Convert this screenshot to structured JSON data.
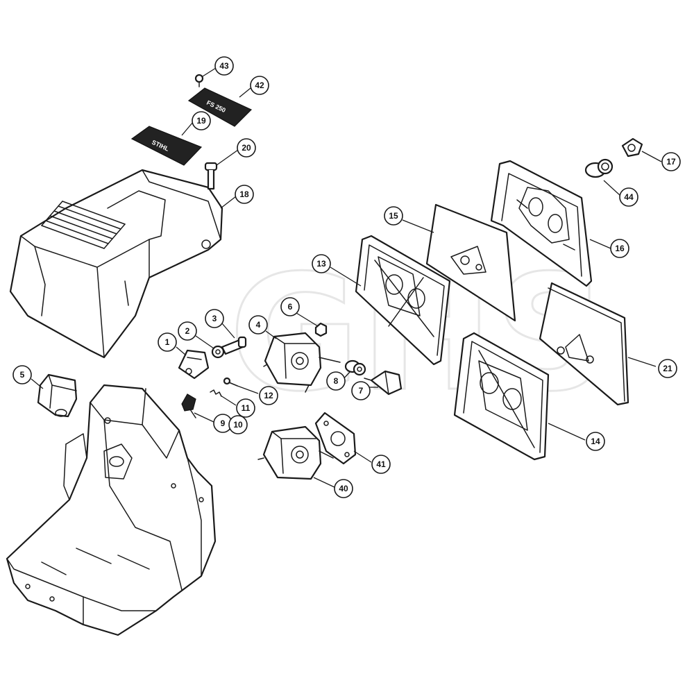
{
  "diagram": {
    "watermark_text": "GHS",
    "plate_text_line1": "STIHL",
    "plate_text_line2": "FS 250",
    "callouts": [
      {
        "id": "c43",
        "label": "43"
      },
      {
        "id": "c42",
        "label": "42"
      },
      {
        "id": "c19",
        "label": "19"
      },
      {
        "id": "c20",
        "label": "20"
      },
      {
        "id": "c18",
        "label": "18"
      },
      {
        "id": "c17",
        "label": "17"
      },
      {
        "id": "c44",
        "label": "44"
      },
      {
        "id": "c15",
        "label": "15"
      },
      {
        "id": "c16",
        "label": "16"
      },
      {
        "id": "c13",
        "label": "13"
      },
      {
        "id": "c6",
        "label": "6"
      },
      {
        "id": "c3",
        "label": "3"
      },
      {
        "id": "c4",
        "label": "4"
      },
      {
        "id": "c2",
        "label": "2"
      },
      {
        "id": "c1",
        "label": "1"
      },
      {
        "id": "c5",
        "label": "5"
      },
      {
        "id": "c8",
        "label": "8"
      },
      {
        "id": "c7",
        "label": "7"
      },
      {
        "id": "c12",
        "label": "12"
      },
      {
        "id": "c11",
        "label": "11"
      },
      {
        "id": "c9",
        "label": "9"
      },
      {
        "id": "c10",
        "label": "10"
      },
      {
        "id": "c21",
        "label": "21"
      },
      {
        "id": "c14",
        "label": "14"
      },
      {
        "id": "c41",
        "label": "41"
      },
      {
        "id": "c40",
        "label": "40"
      }
    ]
  }
}
